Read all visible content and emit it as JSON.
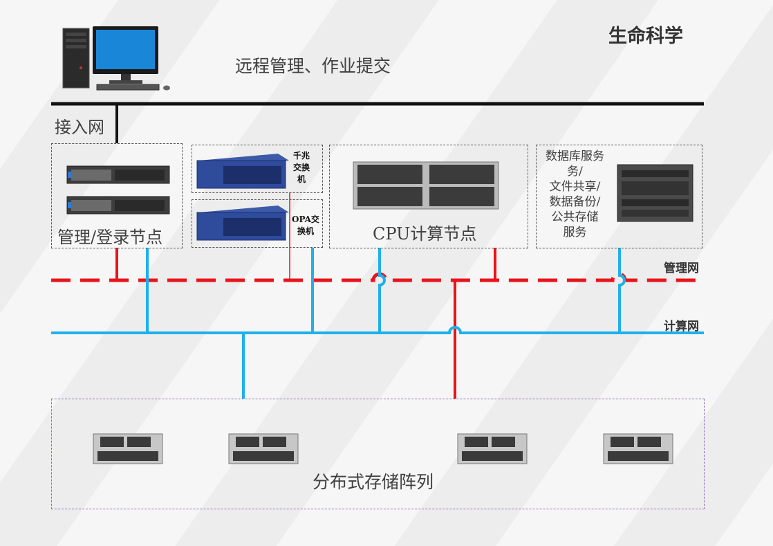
{
  "title": "生命科学",
  "remote_label": "远程管理、作业提交",
  "access_net_label": "接入网",
  "groups": {
    "login_nodes": "管理/登录节点",
    "gigabit_switch": [
      "千兆",
      "交换",
      "机"
    ],
    "opa_switch": [
      "OPA交",
      "换机"
    ],
    "cpu_nodes": "CPU计算节点",
    "db_services": [
      "数据库服务",
      "务/",
      "文件共享/",
      "数据备份/",
      "公共存储",
      "服务"
    ],
    "storage": "分布式存储阵列"
  },
  "networks": {
    "management": "管理网",
    "compute": "计算网"
  },
  "colors": {
    "management_line": "#e8141b",
    "compute_line": "#1fb0ea",
    "access_line": "#111111",
    "storage_border": "#8b6bb3"
  }
}
